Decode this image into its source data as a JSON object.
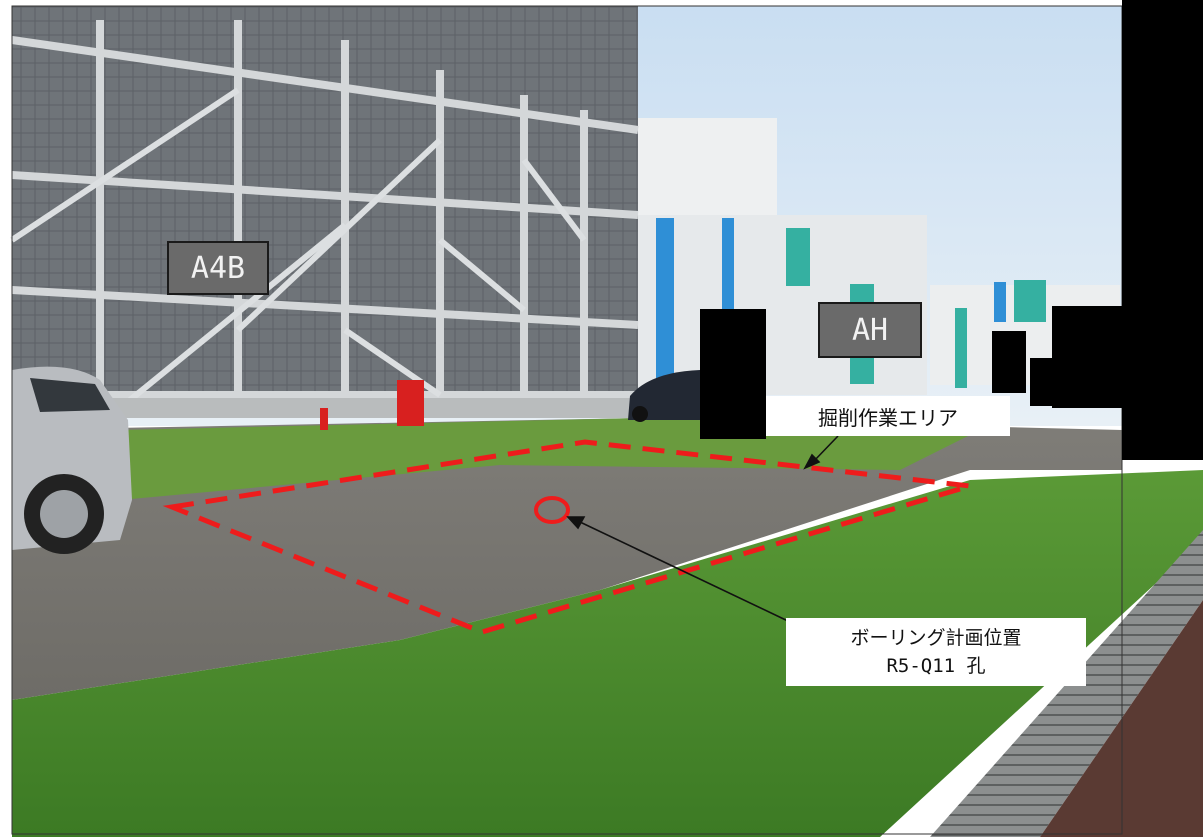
{
  "labels": {
    "building_a4b": "A4B",
    "building_ah": "AH",
    "excavation_area": "掘削作業エリア",
    "boring_position": "ボーリング計画位置",
    "boring_hole": "R5-Q11 孔"
  },
  "colors": {
    "marking_red": "#ee1c1c",
    "grass": "#4d8a2e",
    "gravel": "#7c7a75",
    "sky": "#d9e8f4",
    "accent_blue": "#2f8fd6",
    "accent_teal": "#35b0a1"
  }
}
